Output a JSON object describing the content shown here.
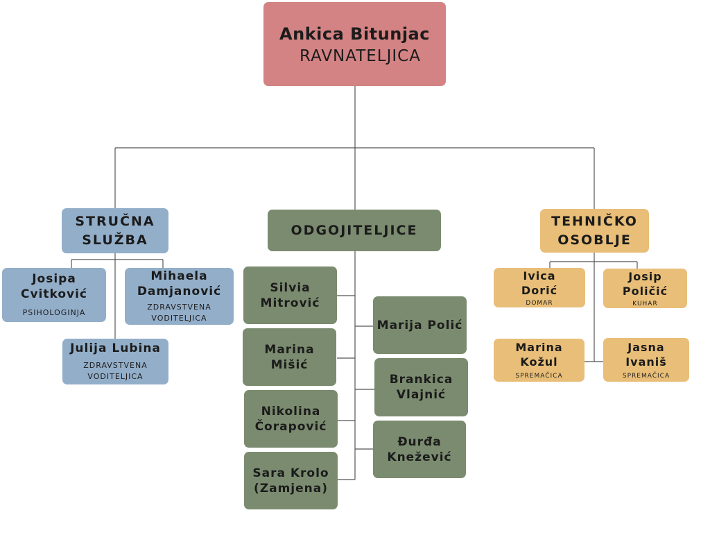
{
  "director": {
    "name": "Ankica Bitunjac",
    "title": "RAVNATELJICA"
  },
  "departments": {
    "strucna": {
      "label_1": "STRUČNA",
      "label_2": "SLUŽBA"
    },
    "odgojiteljice": {
      "label": "ODGOJITELJICE"
    },
    "tehnicko": {
      "label_1": "TEHNIČKO",
      "label_2": "OSOBLJE"
    }
  },
  "strucna_staff": [
    {
      "name_1": "Josipa",
      "name_2": "Cvitković",
      "role_1": "PSIHOLOGINJA"
    },
    {
      "name_1": "Mihaela",
      "name_2": "Damjanović",
      "role_1": "ZDRAVSTVENA",
      "role_2": "VODITELJICA"
    },
    {
      "name_1": "Julija Lubina",
      "role_1": "ZDRAVSTVENA",
      "role_2": "VODITELJICA"
    }
  ],
  "odgojiteljice_staff": [
    {
      "name_1": "Silvia",
      "name_2": "Mitrović"
    },
    {
      "name_1": "Marina",
      "name_2": "Mišić"
    },
    {
      "name_1": "Nikolina",
      "name_2": "Čorapović"
    },
    {
      "name_1": "Sara Krolo",
      "name_2": "(Zamjena)"
    },
    {
      "name_1": "Marija Polić"
    },
    {
      "name_1": "Brankica",
      "name_2": "Vlajnić"
    },
    {
      "name_1": "Đurđa",
      "name_2": "Knežević"
    }
  ],
  "tehnicko_staff": [
    {
      "name_1": "Ivica",
      "name_2": "Dorić",
      "role_1": "DOMAR"
    },
    {
      "name_1": "Josip",
      "name_2": "Poličić",
      "role_1": "KUHAR"
    },
    {
      "name_1": "Marina",
      "name_2": "Kožul",
      "role_1": "SPREMAČICA"
    },
    {
      "name_1": "Jasna",
      "name_2": "Ivaniš",
      "role_1": "SPREMAČICA"
    }
  ],
  "colors": {
    "director": "#d48384",
    "strucna": "#93aec9",
    "odgojiteljice": "#7b8b6f",
    "tehnicko": "#e8be78",
    "connector": "#555555"
  }
}
